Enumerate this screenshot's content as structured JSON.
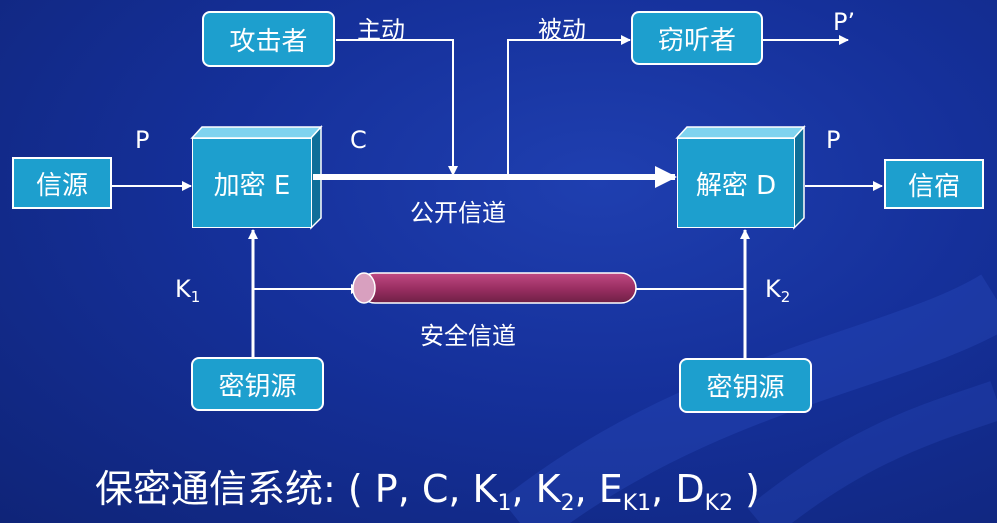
{
  "nodes": {
    "attacker": "攻击者",
    "eavesdropper": "窃听者",
    "source": "信源",
    "encrypt": "加密 E",
    "decrypt": "解密 D",
    "sink": "信宿",
    "keysource_left": "密钥源",
    "keysource_right": "密钥源"
  },
  "labels": {
    "active": "主动",
    "passive": "被动",
    "p_prime": "P’",
    "p_left": "P",
    "c": "C",
    "p_right": "P",
    "public_channel": "公开信道",
    "secure_channel": "安全信道",
    "k1_base": "K",
    "k1_sub": "1",
    "k2_base": "K",
    "k2_sub": "2"
  },
  "footer": {
    "prefix": "保密通信系统: ( P, C, K",
    "k1_sub": "1",
    "sep1": ", K",
    "k2_sub": "2",
    "sep2": ", E",
    "ek_sub": "K1",
    "sep3": ", D",
    "dk_sub": "K2",
    "suffix": " )"
  },
  "colors": {
    "background": "#15309a",
    "box_fill": "#1d9fce",
    "box_top": "#7fd3ef",
    "box_side": "#0f6f99",
    "pipe": "#9b2f63",
    "lines": "#ffffff"
  }
}
